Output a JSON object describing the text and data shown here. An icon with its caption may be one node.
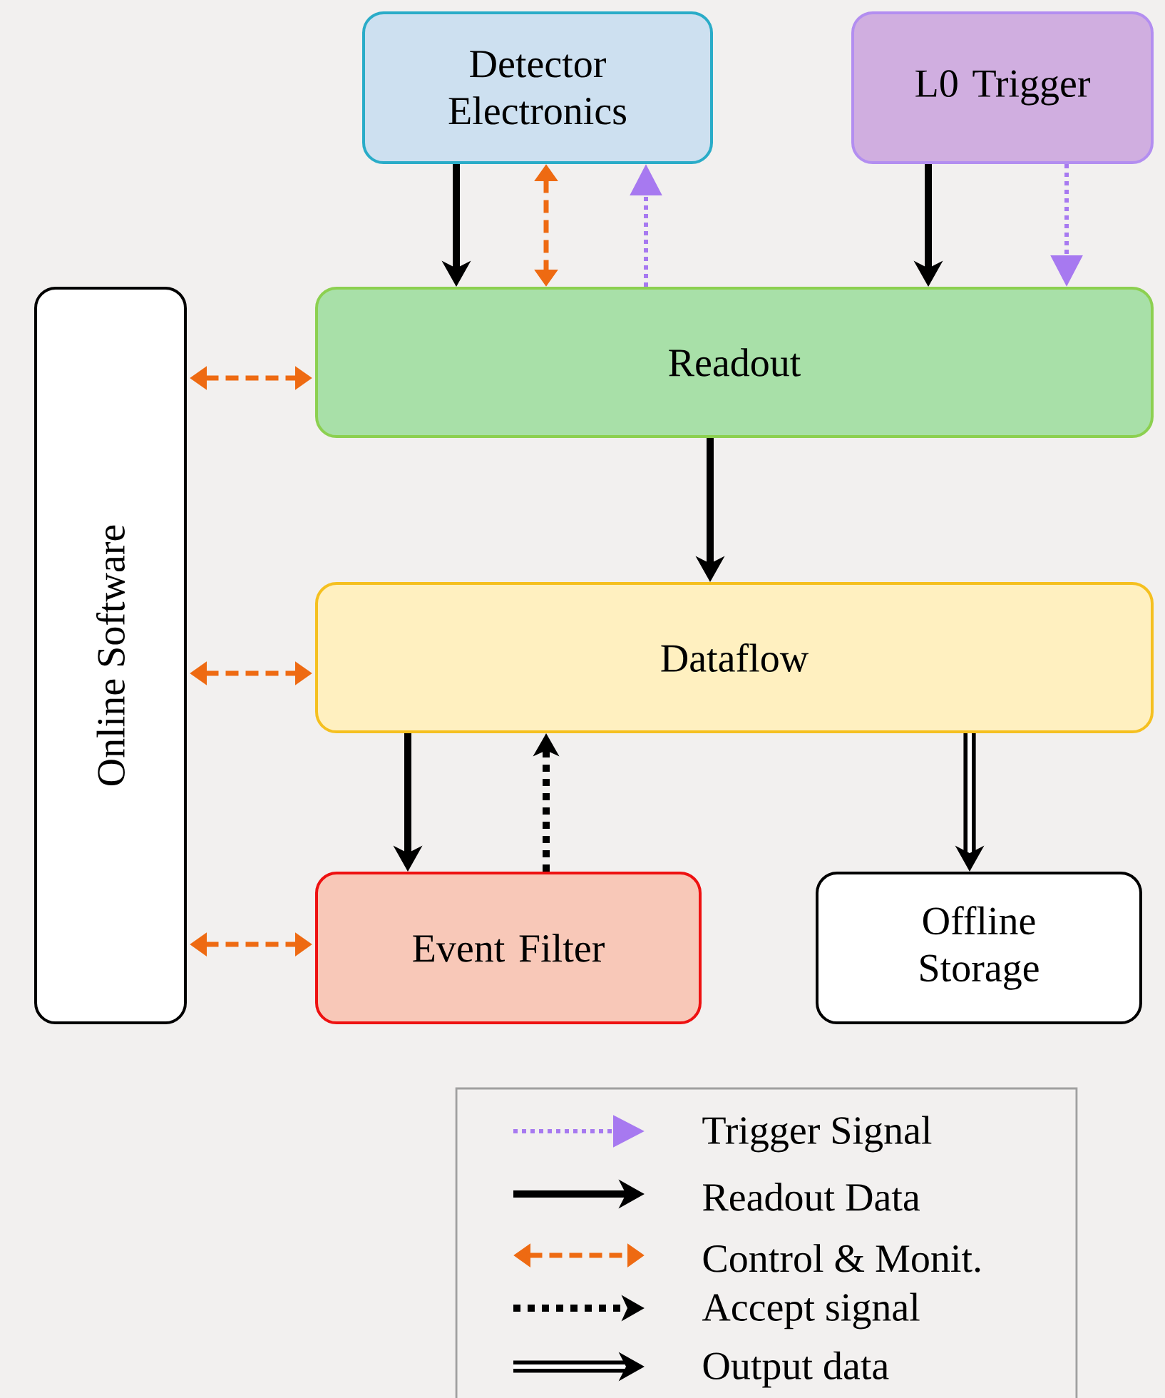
{
  "diagram": {
    "nodes": [
      {
        "text": [
          "Detector Electronics"
        ]
      },
      {
        "text": [
          "L0 Trigger"
        ]
      },
      {
        "text": [
          "Readout"
        ]
      },
      {
        "text": [
          "Online Software"
        ]
      },
      {
        "text": [
          "Dataflow"
        ]
      },
      {
        "text": [
          "Event Filter"
        ]
      },
      {
        "text": [
          "Offline Storage"
        ]
      }
    ],
    "edges": [
      {
        "from": 0,
        "to": 2,
        "arrow": "to"
      },
      {
        "from": 0,
        "to": 2,
        "arrow": "both",
        "style": "dashed",
        "color": "#ee6a12"
      },
      {
        "from": 2,
        "to": 0,
        "arrow": "to",
        "style": "dashed",
        "color": "#a779f0"
      },
      {
        "from": 1,
        "to": 2,
        "arrow": "to"
      },
      {
        "from": 1,
        "to": 2,
        "arrow": "to",
        "style": "dashed",
        "color": "#a779f0"
      },
      {
        "from": 3,
        "to": 2,
        "arrow": "both",
        "style": "dashed",
        "color": "#ee6a12"
      },
      {
        "from": 2,
        "to": 4,
        "arrow": "to"
      },
      {
        "from": 3,
        "to": 4,
        "arrow": "both",
        "style": "dashed",
        "color": "#ee6a12"
      },
      {
        "from": 4,
        "to": 5,
        "arrow": "to"
      },
      {
        "from": 5,
        "to": 4,
        "arrow": "to",
        "style": "dashed"
      },
      {
        "from": 4,
        "to": 6,
        "arrow": "to",
        "style": "thick"
      },
      {
        "from": 3,
        "to": 5,
        "arrow": "both",
        "style": "dashed",
        "color": "#ee6a12"
      }
    ],
    "legend": [
      {
        "text": "Trigger Signal"
      },
      {
        "text": "Readout Data"
      },
      {
        "text": "Control & Monit."
      },
      {
        "text": "Accept signal"
      },
      {
        "text": "Output data"
      }
    ]
  }
}
